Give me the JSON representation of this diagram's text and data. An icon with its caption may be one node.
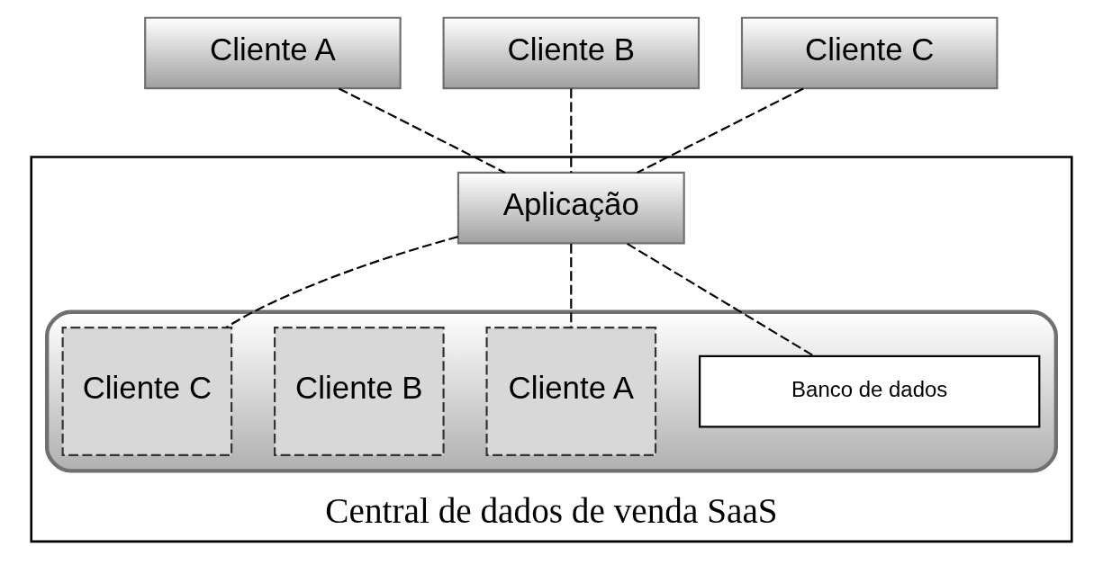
{
  "diagram": {
    "nodes": [
      {
        "text": [
          "Central de dados de venda SaaS"
        ]
      },
      {
        "text": [
          "Cliente A"
        ]
      },
      {
        "text": [
          "Cliente B"
        ]
      },
      {
        "text": [
          "Cliente C"
        ]
      },
      {
        "text": [
          "Aplicação"
        ],
        "in": 0
      },
      {
        "text": [],
        "shape": "cylinder",
        "in": 0
      },
      {
        "text": [
          "Banco de dados"
        ],
        "in": 5
      },
      {
        "text": [
          "Cliente A"
        ],
        "in": 5
      },
      {
        "text": [
          "Cliente B"
        ],
        "in": 5
      },
      {
        "text": [
          "Cliente C"
        ],
        "in": 5
      }
    ],
    "edges": [
      {
        "from": 1,
        "to": 4,
        "arrow": "none",
        "style": "dashed"
      },
      {
        "from": 2,
        "to": 4,
        "arrow": "none",
        "style": "dashed"
      },
      {
        "from": 3,
        "to": 4,
        "arrow": "none",
        "style": "dashed"
      },
      {
        "from": 4,
        "to": 7,
        "arrow": "none",
        "style": "dashed"
      },
      {
        "from": 4,
        "to": 6,
        "arrow": "none",
        "style": "dashed"
      },
      {
        "from": 4,
        "to": 9,
        "arrow": "none",
        "style": "dashed"
      }
    ]
  }
}
